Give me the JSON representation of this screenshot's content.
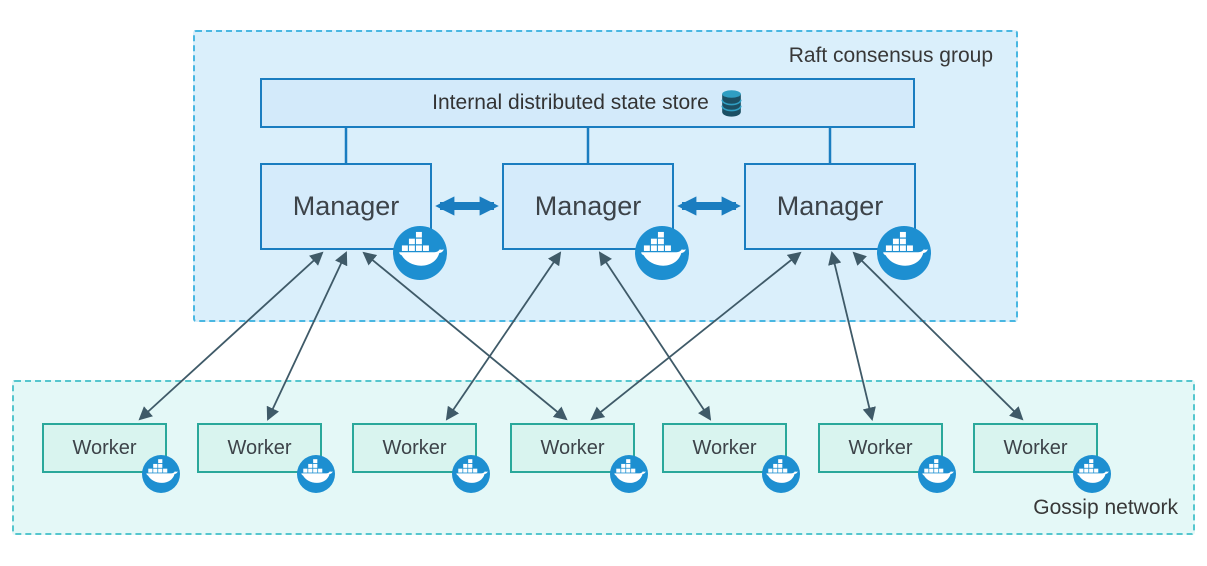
{
  "raft_group": {
    "label": "Raft consensus group"
  },
  "state_store": {
    "label": "Internal distributed state store",
    "icon": "database-icon"
  },
  "managers": [
    {
      "id": "manager-1",
      "label": "Manager",
      "badge": "docker-whale-icon"
    },
    {
      "id": "manager-2",
      "label": "Manager",
      "badge": "docker-whale-icon"
    },
    {
      "id": "manager-3",
      "label": "Manager",
      "badge": "docker-whale-icon"
    }
  ],
  "gossip_network": {
    "label": "Gossip network"
  },
  "workers": [
    {
      "id": "worker-1",
      "label": "Worker",
      "badge": "docker-whale-icon"
    },
    {
      "id": "worker-2",
      "label": "Worker",
      "badge": "docker-whale-icon"
    },
    {
      "id": "worker-3",
      "label": "Worker",
      "badge": "docker-whale-icon"
    },
    {
      "id": "worker-4",
      "label": "Worker",
      "badge": "docker-whale-icon"
    },
    {
      "id": "worker-5",
      "label": "Worker",
      "badge": "docker-whale-icon"
    },
    {
      "id": "worker-6",
      "label": "Worker",
      "badge": "docker-whale-icon"
    },
    {
      "id": "worker-7",
      "label": "Worker",
      "badge": "docker-whale-icon"
    }
  ],
  "connections": {
    "state_store_links": [
      "manager-1",
      "manager-2",
      "manager-3"
    ],
    "manager_peer_links": [
      {
        "from": "manager-1",
        "to": "manager-2",
        "style": "thick-blue-double-arrow"
      },
      {
        "from": "manager-2",
        "to": "manager-3",
        "style": "thick-blue-double-arrow"
      }
    ],
    "manager_worker_links": [
      {
        "from": "manager-1",
        "to": "worker-1",
        "bidirectional": true
      },
      {
        "from": "manager-1",
        "to": "worker-2",
        "bidirectional": true
      },
      {
        "from": "manager-2",
        "to": "worker-3",
        "bidirectional": true
      },
      {
        "from": "manager-1",
        "to": "worker-4",
        "bidirectional": true
      },
      {
        "from": "manager-2",
        "to": "worker-5",
        "bidirectional": true
      },
      {
        "from": "manager-3",
        "to": "worker-4",
        "bidirectional": true
      },
      {
        "from": "manager-3",
        "to": "worker-6",
        "bidirectional": true
      },
      {
        "from": "manager-3",
        "to": "worker-7",
        "bidirectional": true
      }
    ]
  },
  "colors": {
    "raft_fill": "#daeffb",
    "raft_border": "#49b7e2",
    "node_fill": "#d5ebfb",
    "node_border": "#1a7dc0",
    "gossip_fill": "#e4f8f7",
    "gossip_border": "#55c6ce",
    "worker_fill": "#d9f4ef",
    "worker_border": "#2aa89b",
    "docker_badge_blue": "#1d8fd1",
    "link_arrow": "#3f5a68"
  }
}
